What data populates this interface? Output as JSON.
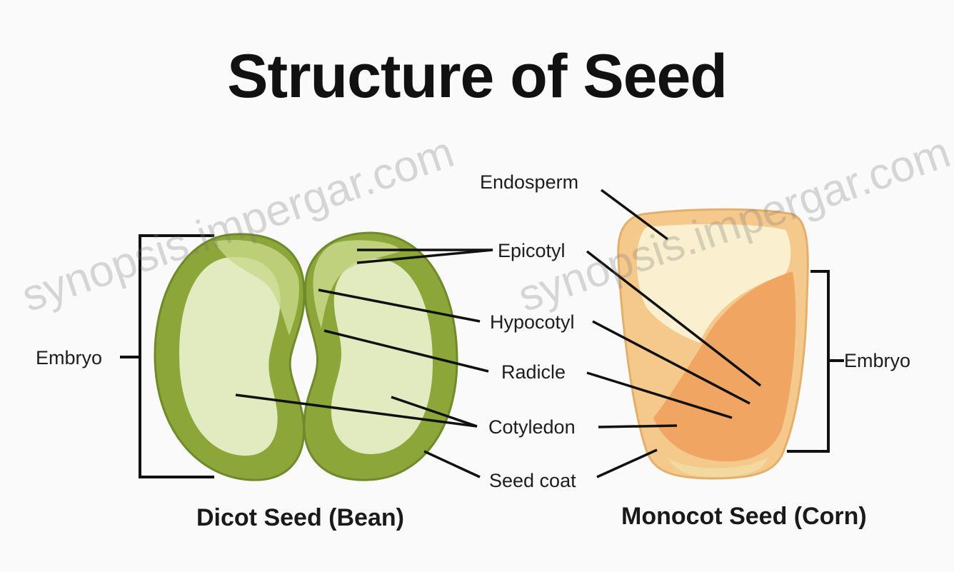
{
  "title": "Structure of Seed",
  "dicot": {
    "caption": "Dicot Seed (Bean)",
    "embryo_label": "Embryo"
  },
  "monocot": {
    "caption": "Monocot Seed (Corn)",
    "embryo_label": "Embryo"
  },
  "parts": {
    "endosperm": "Endosperm",
    "epicotyl": "Epicotyl",
    "hypocotyl": "Hypocotyl",
    "radicle": "Radicle",
    "cotyledon": "Cotyledon",
    "seed_coat": "Seed coat"
  },
  "watermark": "synopsis.impergar.com",
  "colors": {
    "bean_outer": "#8da63a",
    "bean_inner": "#e2eac0",
    "corn_outer": "#f5c98c",
    "corn_embryo": "#ef9f5a",
    "line": "#111111"
  }
}
